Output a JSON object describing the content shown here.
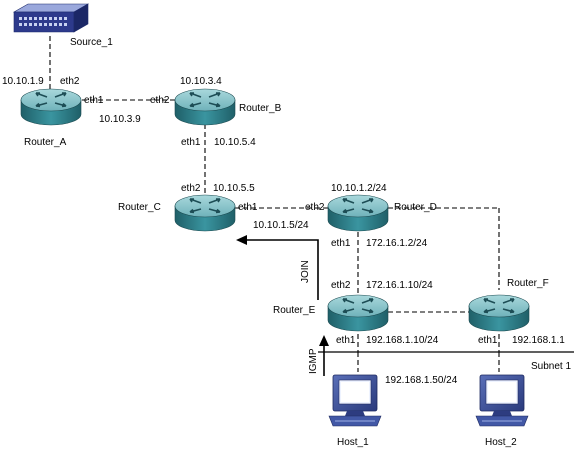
{
  "devices": {
    "source": "Source_1",
    "router_a": "Router_A",
    "router_b": "Router_B",
    "router_c": "Router_C",
    "router_d": "Router_D",
    "router_e": "Router_E",
    "router_f": "Router_F",
    "host_1": "Host_1",
    "host_2": "Host_2"
  },
  "labels": {
    "a_ip_source": "10.10.1.9",
    "a_eth2": "eth2",
    "a_eth1": "eth1",
    "ab_link_ip": "10.10.3.9",
    "b_eth2": "eth2",
    "b_ip_top": "10.10.3.4",
    "b_eth1": "eth1",
    "b_ip_down": "10.10.5.4",
    "c_eth2": "eth2",
    "c_ip_up": "10.10.5.5",
    "c_eth1": "eth1",
    "c_ip_right": "10.10.1.5/24",
    "d_eth2": "eth2",
    "d_ip_top": "10.10.1.2/24",
    "d_eth1": "eth1",
    "d_ip_down": "172.16.1.2/24",
    "e_eth2": "eth2",
    "e_ip_up": "172.16.1.10/24",
    "e_eth1": "eth1",
    "e_ip_down": "192.168.1.10/24",
    "f_eth1": "eth1",
    "f_ip_down": "192.168.1.1",
    "host1_ip": "192.168.1.50/24",
    "subnet": "Subnet 1",
    "join": "JOIN",
    "igmp": "IGMP"
  },
  "colors": {
    "router_body": "#2e7f8a",
    "router_top": "#8cc6cc",
    "switch_body": "#2d3a8c",
    "switch_top": "#8f9fd6",
    "host_body": "#3c4f96",
    "line": "#000000"
  }
}
